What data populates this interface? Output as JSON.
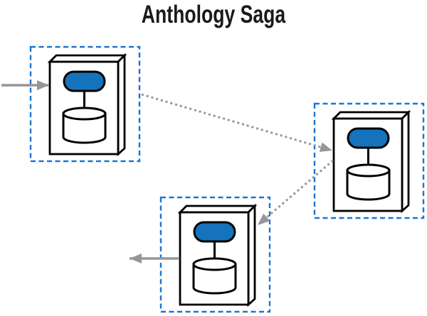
{
  "title": "Anthology Saga",
  "colors": {
    "accent_blue": "#1573bb",
    "boundary_blue": "#1976d2",
    "arrow_gray": "#969696",
    "outline_black": "#000000",
    "title_color": "#1a1a1a",
    "background": "#ffffff"
  },
  "diagram": {
    "type": "saga-architecture-diagram",
    "services": [
      {
        "id": "service-1",
        "position": "top-left",
        "boundary": "dashed-blue",
        "parts": [
          "component-block",
          "database-cylinder"
        ]
      },
      {
        "id": "service-2",
        "position": "middle-right",
        "boundary": "dashed-blue",
        "parts": [
          "component-block",
          "database-cylinder"
        ]
      },
      {
        "id": "service-3",
        "position": "bottom-center",
        "boundary": "dashed-blue",
        "parts": [
          "component-block",
          "database-cylinder"
        ]
      }
    ],
    "flows": [
      {
        "from": "external-input",
        "to": "service-1",
        "line": "solid",
        "direction": "right"
      },
      {
        "from": "service-1",
        "to": "service-2",
        "line": "dotted",
        "direction": "down-right"
      },
      {
        "from": "service-2",
        "to": "service-3",
        "line": "dotted",
        "direction": "down-left"
      },
      {
        "from": "service-3",
        "to": "external-output",
        "line": "solid",
        "direction": "left"
      }
    ]
  }
}
